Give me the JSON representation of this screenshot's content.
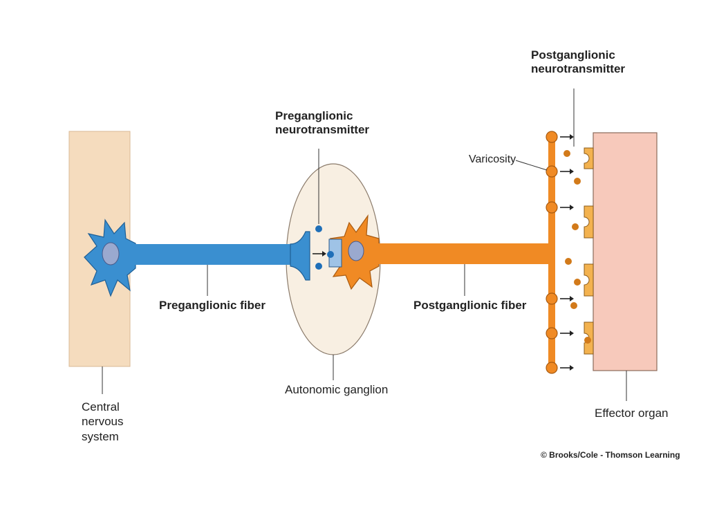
{
  "labels": {
    "preganglionic_neurotransmitter": "Preganglionic\nneurotransmitter",
    "postganglionic_neurotransmitter": "Postganglionic\nneurotransmitter",
    "varicosity": "Varicosity",
    "preganglionic_fiber": "Preganglionic fiber",
    "postganglionic_fiber": "Postganglionic fiber",
    "central_nervous_system": "Central\nnervous\nsystem",
    "autonomic_ganglion": "Autonomic ganglion",
    "effector_organ": "Effector organ"
  },
  "credit": "© Brooks/Cole - Thomson Learning",
  "colors": {
    "preganglionic_neuron": "#3a8fd0",
    "postganglionic_neuron": "#f08a24",
    "cns_region": "#f5dcbe",
    "ganglion": "#f8efe2",
    "effector_organ": "#f7c9bb",
    "nucleus": "#9aa9cf"
  }
}
